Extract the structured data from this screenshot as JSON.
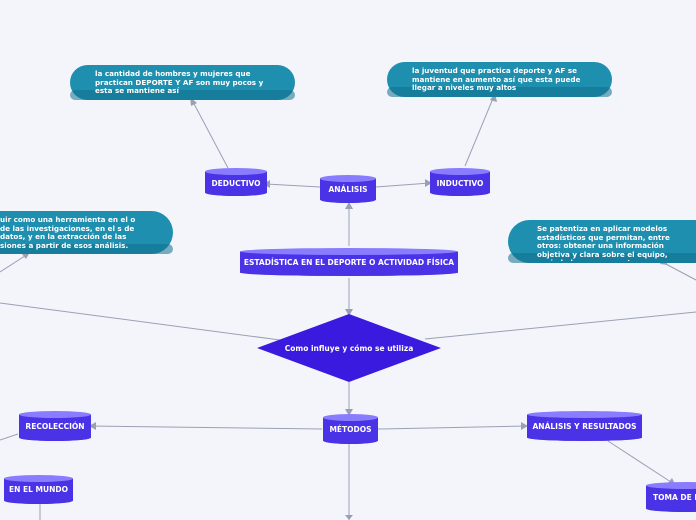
{
  "colors": {
    "background": "#f4f5fb",
    "cylinder_top": "#8a7cff",
    "cylinder_body": "#4a32e6",
    "cylinder_dark": "#2d18b8",
    "bubble_fill": "#1f8fb0",
    "bubble_dark": "#0f6f8c",
    "diamond_fill": "#3a1adf",
    "connector": "#9aa0b4"
  },
  "diagram": {
    "central_topic": "ESTADÍSTICA EN EL DEPORTE O ACTIVIDAD FÍSICA",
    "decision": "Como influye y cómo se utiliza",
    "analisis": "ANÁLISIS",
    "deductivo": "DEDUCTIVO",
    "inductivo": "INDUCTIVO",
    "deductivo_note": "la cantidad de hombres y mujeres que practican DEPORTE Y AF son muy pocos y esta se mantiene así",
    "inductivo_note": "la juventud que practica deporte y AF se mantiene en aumento así que esta puede llegar a niveles muy altos",
    "left_note": "uir como una herramienta en el o de las investigaciones, en el s de datos, y en la extracción de las siones a partir de esos análisis.",
    "right_note": "Se patentiza en aplicar modelos estadísticos que permitan, entre otros: obtener una información objetiva y clara sobre el equipo, sociedad o personas et",
    "metodos": "MÉTODOS",
    "recoleccion": "RECOLECCIÓN",
    "analisis_resultados": "ANÁLISIS Y RESULTADOS",
    "en_el_mundo": "EN EL MUNDO",
    "toma_de": "TOMA DE D"
  }
}
